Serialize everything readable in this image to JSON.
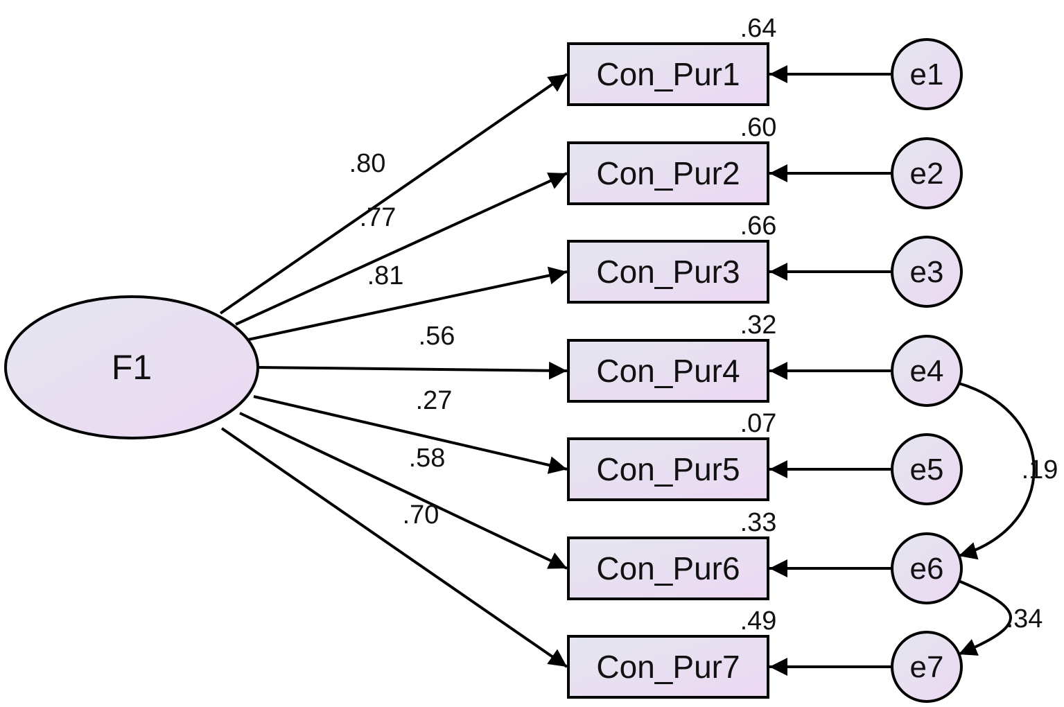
{
  "diagram": {
    "type": "confirmatory-factor-analysis",
    "latent": {
      "label": "F1"
    },
    "indicators": [
      {
        "label": "Con_Pur1",
        "loading": ".80",
        "r2": ".64",
        "error": "e1"
      },
      {
        "label": "Con_Pur2",
        "loading": ".77",
        "r2": ".60",
        "error": "e2"
      },
      {
        "label": "Con_Pur3",
        "loading": ".81",
        "r2": ".66",
        "error": "e3"
      },
      {
        "label": "Con_Pur4",
        "loading": ".56",
        "r2": ".32",
        "error": "e4"
      },
      {
        "label": "Con_Pur5",
        "loading": ".27",
        "r2": ".07",
        "error": "e5"
      },
      {
        "label": "Con_Pur6",
        "loading": ".58",
        "r2": ".33",
        "error": "e6"
      },
      {
        "label": "Con_Pur7",
        "loading": ".70",
        "r2": ".49",
        "error": "e7"
      }
    ],
    "covariances": [
      {
        "from": "e4",
        "to": "e6",
        "value": ".19"
      },
      {
        "from": "e6",
        "to": "e7",
        "value": ".34"
      }
    ],
    "colors": {
      "fill_left": "#e4e6f0",
      "fill_right": "#ecd8f2",
      "stroke": "#000000"
    }
  }
}
